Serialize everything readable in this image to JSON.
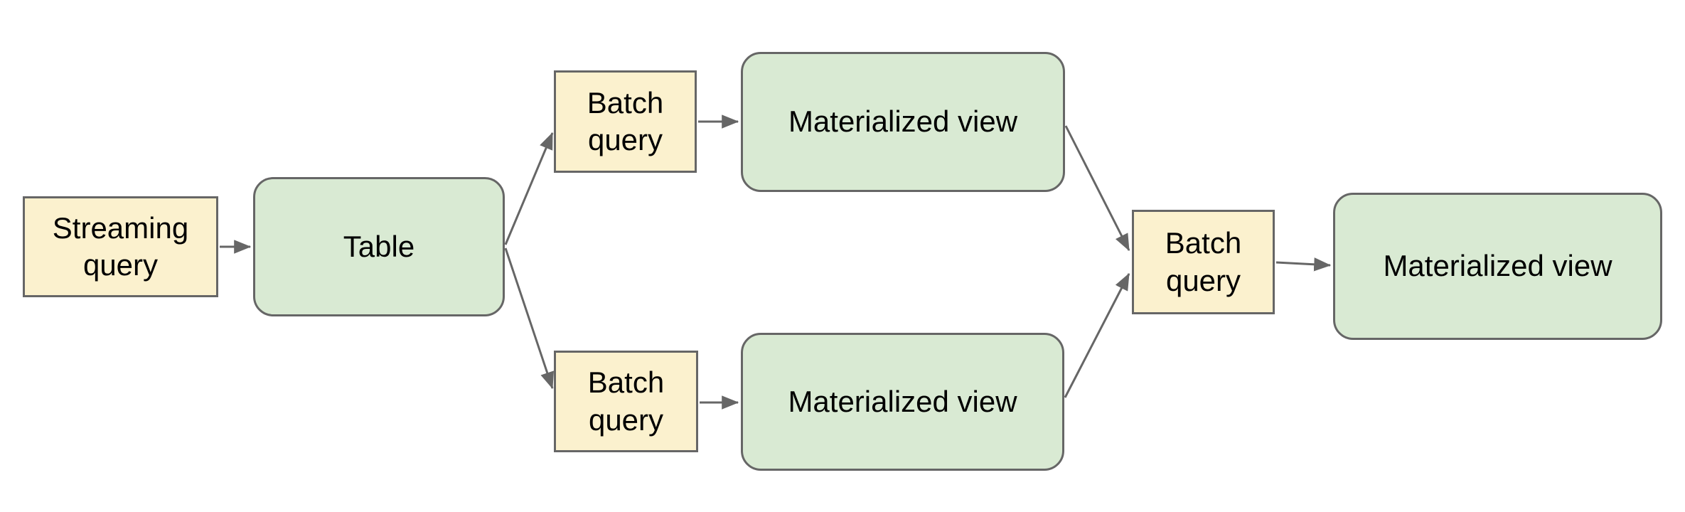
{
  "diagram": {
    "colors": {
      "canvas_bg": "#ffffff",
      "query_fill": "#FBF1CE",
      "store_fill": "#D9EAD3",
      "shape_border": "#666666",
      "connector": "#666666",
      "text_color": "#000000"
    },
    "nodes": {
      "streaming_query": {
        "label": "Streaming query",
        "type": "query"
      },
      "table": {
        "label": "Table",
        "type": "store"
      },
      "batch_query_top": {
        "label": "Batch query",
        "type": "query"
      },
      "materialized_view_top": {
        "label": "Materialized view",
        "type": "store"
      },
      "batch_query_bottom": {
        "label": "Batch query",
        "type": "query"
      },
      "materialized_view_bottom": {
        "label": "Materialized view",
        "type": "store"
      },
      "batch_query_final": {
        "label": "Batch query",
        "type": "query"
      },
      "materialized_view_final": {
        "label": "Materialized view",
        "type": "store"
      }
    },
    "edges": [
      {
        "from": "streaming_query",
        "to": "table"
      },
      {
        "from": "table",
        "to": "batch_query_top"
      },
      {
        "from": "table",
        "to": "batch_query_bottom"
      },
      {
        "from": "batch_query_top",
        "to": "materialized_view_top"
      },
      {
        "from": "batch_query_bottom",
        "to": "materialized_view_bottom"
      },
      {
        "from": "materialized_view_top",
        "to": "batch_query_final"
      },
      {
        "from": "materialized_view_bottom",
        "to": "batch_query_final"
      },
      {
        "from": "batch_query_final",
        "to": "materialized_view_final"
      }
    ]
  }
}
